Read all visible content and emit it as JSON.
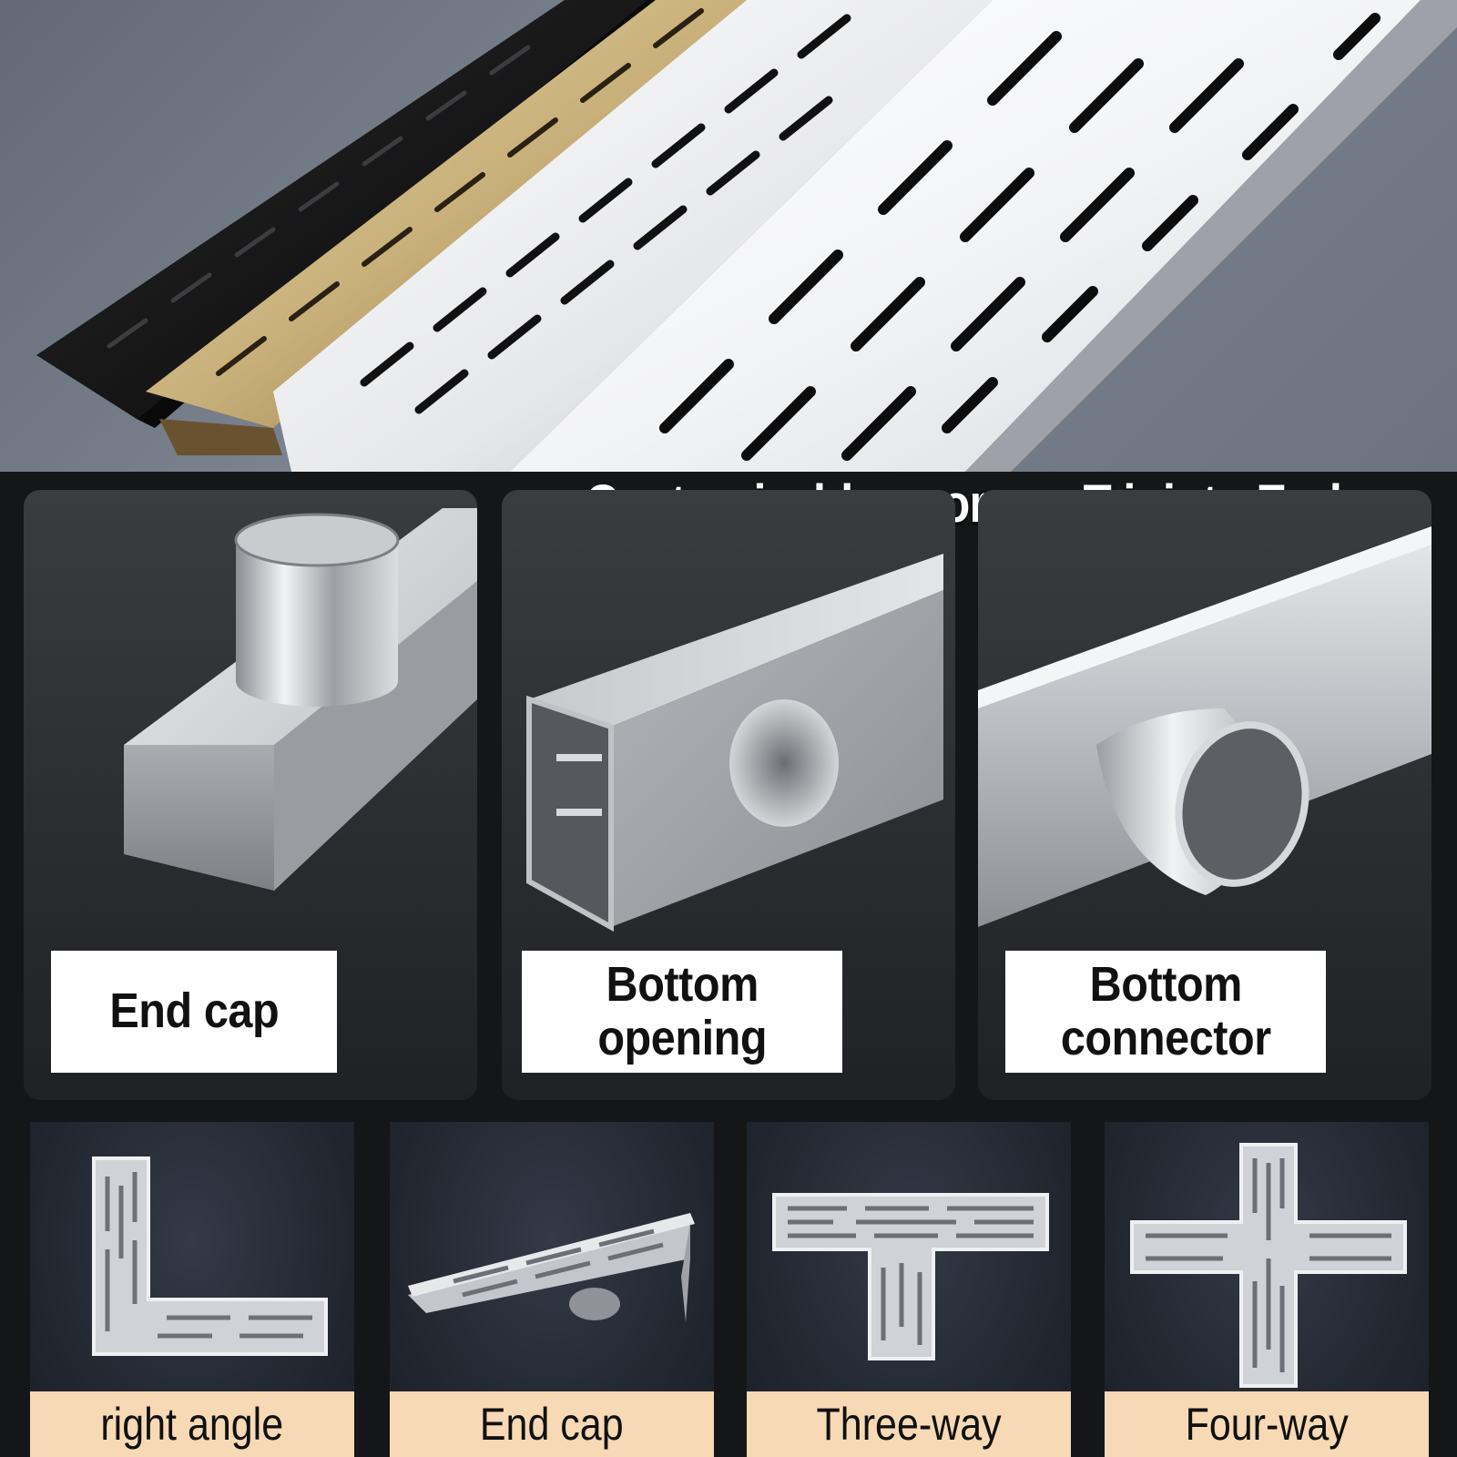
{
  "banner": {
    "text": "Customizable - corner -T-joint - End cap"
  },
  "cards": [
    {
      "label": "End cap",
      "icon": "pipe-end-cap-icon"
    },
    {
      "label": "Bottom\nopening",
      "icon": "bottom-opening-icon"
    },
    {
      "label": "Bottom\nconnector",
      "icon": "bottom-connector-icon"
    }
  ],
  "thumbs": [
    {
      "label": "right angle",
      "icon": "l-corner-drain-icon"
    },
    {
      "label": "End cap",
      "icon": "end-cap-drain-icon"
    },
    {
      "label": "Three-way",
      "icon": "t-joint-drain-icon"
    },
    {
      "label": "Four-way",
      "icon": "cross-joint-drain-icon"
    }
  ],
  "colors": {
    "accent": "#f7d9b5",
    "panel": "#2b2d31",
    "background": "#151617"
  }
}
